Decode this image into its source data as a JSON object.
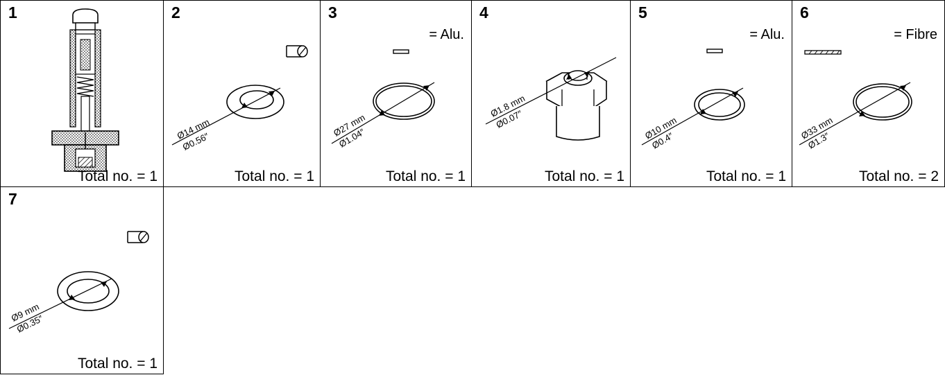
{
  "items": [
    {
      "number": "1",
      "total": "Total no. = 1"
    },
    {
      "number": "2",
      "total": "Total no. = 1",
      "dim_mm": "Ø14 mm",
      "dim_in": "Ø0.56″"
    },
    {
      "number": "3",
      "total": "Total no. = 1",
      "material": "= Alu.",
      "dim_mm": "Ø27 mm",
      "dim_in": "Ø1.04″"
    },
    {
      "number": "4",
      "total": "Total no. = 1",
      "dim_mm": "Ø1.8 mm",
      "dim_in": "Ø0.07″"
    },
    {
      "number": "5",
      "total": "Total no. = 1",
      "material": "= Alu.",
      "dim_mm": "Ø10 mm",
      "dim_in": "Ø0.4″"
    },
    {
      "number": "6",
      "total": "Total no. = 2",
      "material": "= Fibre",
      "dim_mm": "Ø33 mm",
      "dim_in": "Ø1.3″"
    },
    {
      "number": "7",
      "total": "Total no. = 1",
      "dim_mm": "Ø9 mm",
      "dim_in": "Ø0.35″"
    }
  ]
}
